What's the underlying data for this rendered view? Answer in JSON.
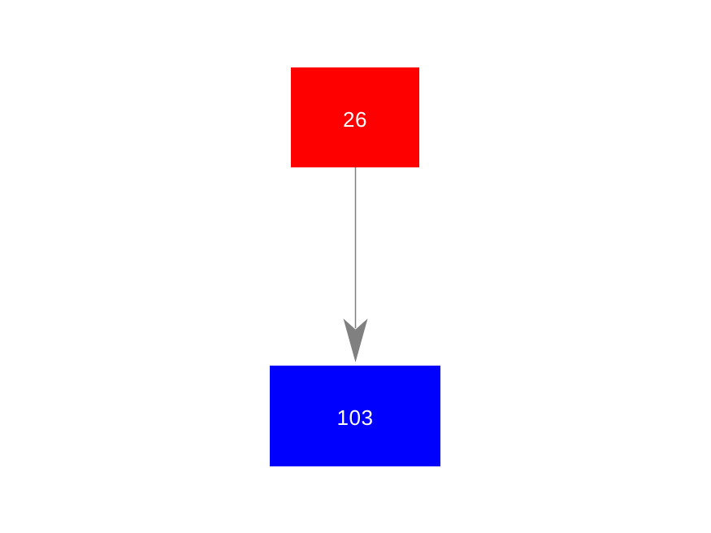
{
  "diagram": {
    "background_color": "#ffffff",
    "nodes": [
      {
        "id": "node-red",
        "label": "26",
        "fill": "#ff0000",
        "text_color": "#ffffff"
      },
      {
        "id": "node-blue",
        "label": "103",
        "fill": "#0000ff",
        "text_color": "#ffffff"
      }
    ],
    "edges": [
      {
        "from": "node-red",
        "to": "node-blue",
        "color": "#808080"
      }
    ]
  }
}
